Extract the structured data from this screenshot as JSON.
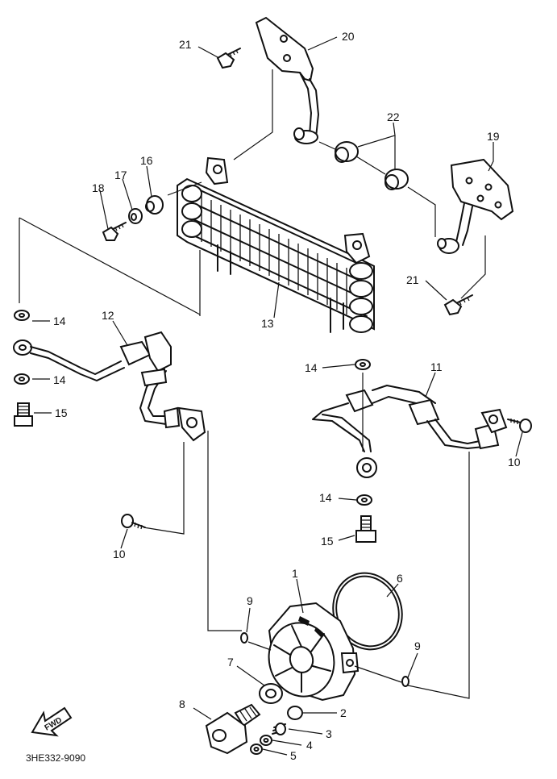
{
  "diagram": {
    "code": "3HE332-9090",
    "direction": "FWD",
    "callouts": {
      "c1": "1",
      "c2": "2",
      "c3": "3",
      "c4": "4",
      "c5": "5",
      "c6": "6",
      "c7": "7",
      "c8": "8",
      "c9a": "9",
      "c9b": "9",
      "c10a": "10",
      "c10b": "10",
      "c11": "11",
      "c12": "12",
      "c13": "13",
      "c14a": "14",
      "c14b": "14",
      "c14c": "14",
      "c14d": "14",
      "c15a": "15",
      "c15b": "15",
      "c16": "16",
      "c17": "17",
      "c18": "18",
      "c19": "19",
      "c20": "20",
      "c21a": "21",
      "c21b": "21",
      "c22": "22"
    }
  }
}
